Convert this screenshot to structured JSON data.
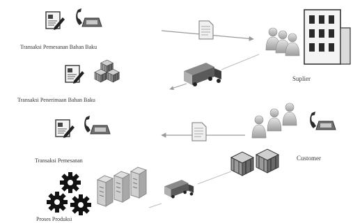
{
  "labels": {
    "transaksi_pemesanan_bahan_baku": "Transaksi Pemesanan Bahan Baku",
    "transaksi_penerimaan_bahan_baku": "Transaksi Penerimaan Bahan Baku",
    "transaksi_pemesanan": "Transaksi Pemesanan",
    "proses_produksi": "Proses Produksi",
    "suplier": "Suplier",
    "customer": "Customer"
  },
  "icons": [
    "document-pen-icon",
    "telephone-icon",
    "stacked-boxes-icon",
    "delivery-truck-icon",
    "people-group-icon",
    "building-icon",
    "paper-document-icon",
    "gears-icon",
    "server-rack-icon",
    "crate-icon"
  ],
  "colors": {
    "ink": "#333333",
    "mid": "#777777",
    "light": "#bdbdbd",
    "arrow": "#9a9a9a"
  }
}
